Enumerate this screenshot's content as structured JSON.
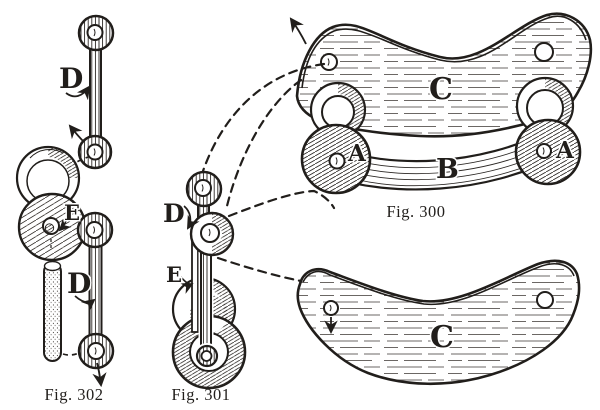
{
  "colors": {
    "ink": "#211e1b",
    "paper": "#ffffff"
  },
  "fig300": {
    "caption": "Fig. 300",
    "plate_label": "C",
    "bar_label": "B",
    "left_disc_label": "A",
    "right_disc_label": "A"
  },
  "fig300_lower": {
    "plate_label": "C"
  },
  "fig301": {
    "caption": "Fig. 301",
    "link_label": "D",
    "eccentric_label": "E"
  },
  "fig302": {
    "caption": "Fig. 302",
    "upper_link_label": "D",
    "lower_link_label": "D",
    "eccentric_label": "E"
  }
}
